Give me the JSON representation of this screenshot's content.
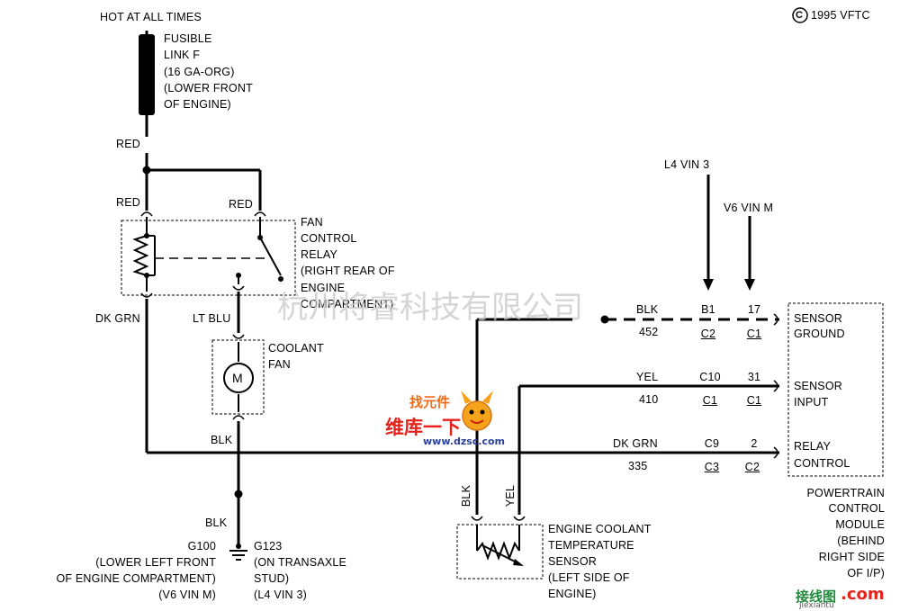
{
  "copyright": {
    "symbol": "C",
    "text": "1995 VFTC"
  },
  "supply": {
    "label": "HOT AT ALL TIMES",
    "fusible_link": [
      "FUSIBLE",
      "LINK F",
      "(16 GA-ORG)",
      "(LOWER FRONT",
      "OF ENGINE)"
    ]
  },
  "wires": {
    "red_main": "RED",
    "red_left": "RED",
    "red_right": "RED",
    "dk_grn": "DK GRN",
    "lt_blu": "LT BLU",
    "blk_fan": "BLK",
    "blk_ground": "BLK",
    "blk_sensor": "BLK",
    "yel_sensor": "YEL"
  },
  "relay": {
    "label": [
      "FAN",
      "CONTROL",
      "RELAY",
      "(RIGHT REAR OF",
      "ENGINE",
      "COMPARTMENT)"
    ]
  },
  "fan": {
    "symbol": "M",
    "label": [
      "COOLANT",
      "FAN"
    ]
  },
  "ground": {
    "g100": [
      "G100",
      "(LOWER LEFT FRONT",
      "OF ENGINE COMPARTMENT)",
      "(V6 VIN M)"
    ],
    "g123": [
      "G123",
      "(ON TRANSAXLE",
      "STUD)",
      "(L4 VIN 3)"
    ]
  },
  "engine_variants": {
    "l4": "L4 VIN 3",
    "v6": "V6 VIN M"
  },
  "circuits": [
    {
      "color": "BLK",
      "number": "452",
      "l4_pin": "B1",
      "l4_conn": "C2",
      "v6_pin": "17",
      "v6_conn": "C1",
      "pcm_label": [
        "SENSOR",
        "GROUND"
      ]
    },
    {
      "color": "YEL",
      "number": "410",
      "l4_pin": "C10",
      "l4_conn": "C1",
      "v6_pin": "31",
      "v6_conn": "C1",
      "pcm_label": [
        "SENSOR",
        "INPUT"
      ]
    },
    {
      "color": "DK GRN",
      "number": "335",
      "l4_pin": "C9",
      "l4_conn": "C3",
      "v6_pin": "2",
      "v6_conn": "C2",
      "pcm_label": [
        "RELAY",
        "CONTROL"
      ]
    }
  ],
  "pcm": {
    "label": [
      "POWERTRAIN",
      "CONTROL",
      "MODULE",
      "(BEHIND",
      "RIGHT SIDE",
      "OF I/P)"
    ]
  },
  "ect_sensor": {
    "label": [
      "ENGINE COOLANT",
      "TEMPERATURE",
      "SENSOR",
      "(LEFT SIDE OF",
      "ENGINE)"
    ]
  },
  "watermarks": {
    "company": "杭州将睿科技有限公司",
    "logo_line1": "维库一下",
    "logo_mascot_text": "找元件",
    "logo_url": "www.dzsc.com",
    "site_cn": "接线图",
    "site_com": ".com",
    "site_pinyin": "jiexiantu"
  }
}
